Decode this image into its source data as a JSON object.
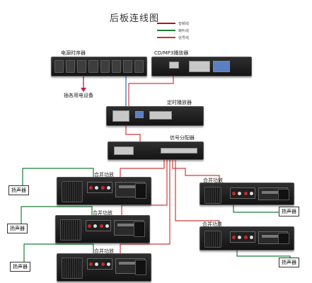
{
  "title": "后板连线图",
  "legend": [
    {
      "label": "音频线",
      "color": "#b0102a"
    },
    {
      "label": "喇叭线",
      "color": "#1b7f3b"
    },
    {
      "label": "信号线",
      "color": "#c0392b"
    }
  ],
  "labels": {
    "power_sequencer": "电源时序器",
    "cd_player": "CD/MP3播放器",
    "timer_player": "定时播放器",
    "signal_splitter": "信号分配器",
    "plug_in_devices": "插各用电设备",
    "amp": "合并功放"
  },
  "speaker_label": "扬声器",
  "colors": {
    "audio_line": "#b0102a",
    "speaker_line": "#1b7f3b",
    "signal_line": "#d23b3b",
    "arrow": "#c2185b"
  }
}
